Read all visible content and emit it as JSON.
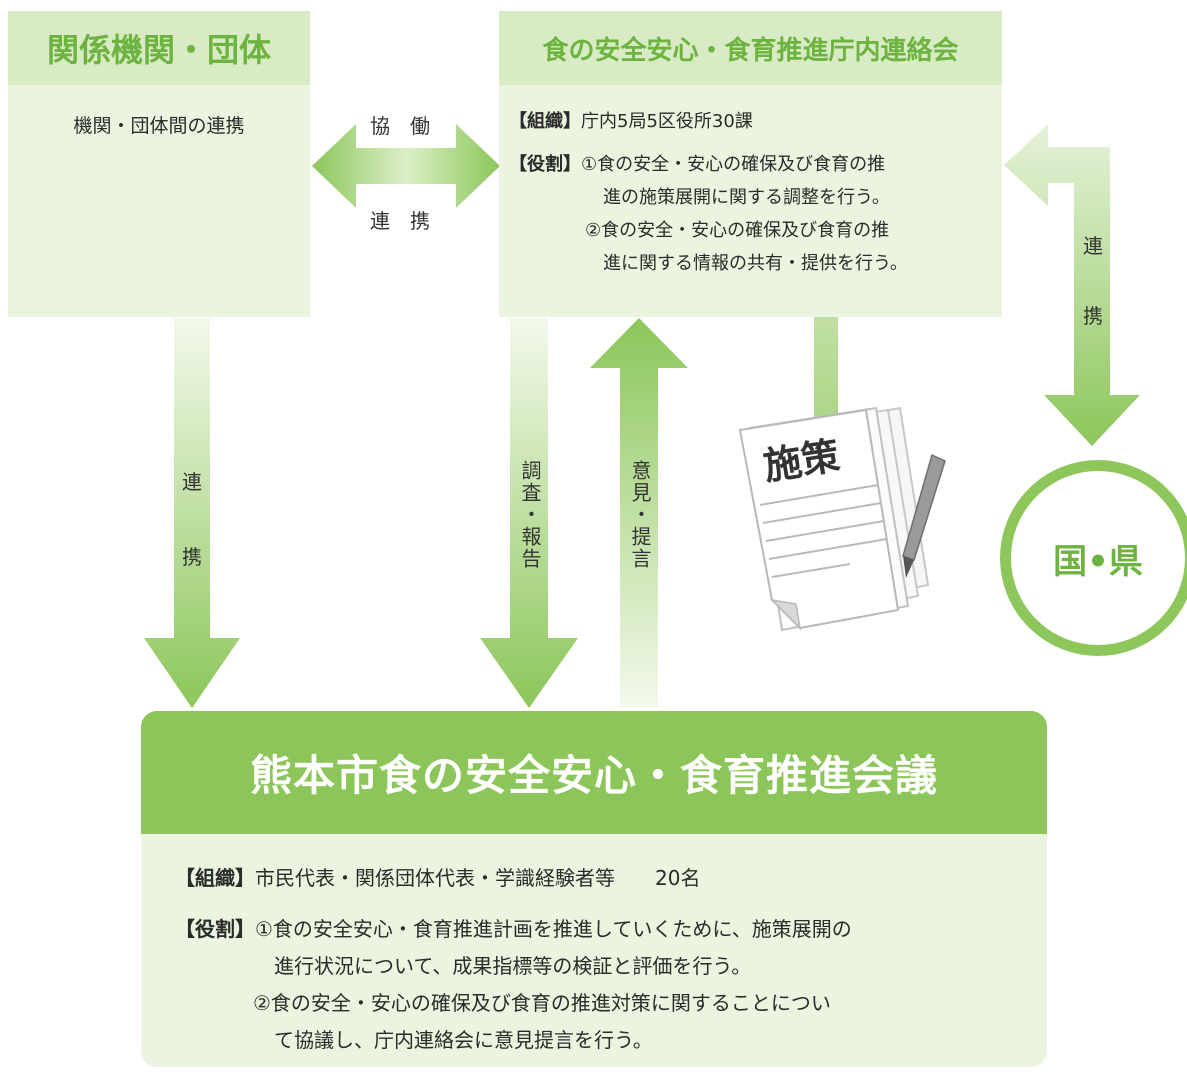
{
  "left_box": {
    "title": "関係機関・団体",
    "text": "機関・団体間の連携"
  },
  "top_box": {
    "title": "食の安全安心・食育推進庁内連絡会",
    "org_label": "【組織】",
    "org_text": "庁内5局5区役所30課",
    "role_label": "【役割】",
    "role_lines": [
      "①食の安全・安心の確保及び食育の推",
      "進の施策展開に関する調整を行う。",
      "②食の安全・安心の確保及び食育の推",
      "進に関する情報の共有・提供を行う。"
    ]
  },
  "labels": {
    "kyodo": "協　働",
    "renkei_mid": "連　携",
    "left_v1": "連",
    "left_v2": "携",
    "right_v1": "連",
    "right_v2": "携",
    "chosa": "調査・報告",
    "iken": "意見・提言",
    "policy_doc": "施策"
  },
  "circle": {
    "text": "国•県"
  },
  "council": {
    "title": "熊本市食の安全安心・食育推進会議",
    "org_label": "【組織】",
    "org_text": "市民代表・関係団体代表・学識経験者等　　20名",
    "role_label": "【役割】",
    "role_lines": [
      "①食の安全安心・食育推進計画を推進していくために、施策展開の",
      "進行状況について、成果指標等の検証と評価を行う。",
      "②食の安全・安心の確保及び食育の推進対策に関することについ",
      "て協議し、庁内連絡会に意見提言を行う。"
    ]
  },
  "colors": {
    "green": "#8cc65a",
    "green_text": "#6cb33f",
    "box_head": "#d9ebc4",
    "box_body": "#eaf4de"
  }
}
